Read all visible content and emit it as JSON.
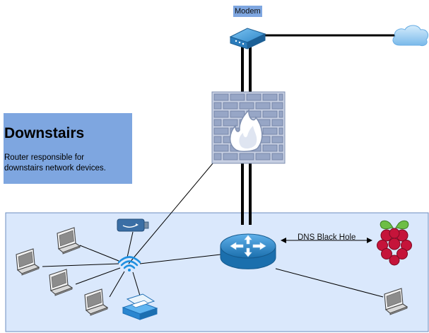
{
  "modem": {
    "label": "Modem",
    "icon": "modem-icon"
  },
  "note": {
    "title": "Downstairs",
    "description": "Router responsible for downstairs network devices."
  },
  "dns": {
    "label": "DNS Black Hole"
  },
  "icons": {
    "cloud": "cloud-icon",
    "firewall": "firewall-icon",
    "router": "router-icon",
    "wifi": "wifi-icon",
    "raspberry_pi": "raspberry-pi-icon",
    "fire_tv_stick": "streaming-stick-icon",
    "printer": "printer-icon",
    "laptop": "laptop-icon"
  },
  "colors": {
    "zone_fill": "#dae8fc",
    "zone_stroke": "#6c8ebf",
    "note_fill": "#7ea6e0",
    "router_blue": "#2f86c8",
    "firewall_fill": "#9fb0cf",
    "raspberry_red": "#c5143a",
    "raspberry_green": "#6dbe45"
  }
}
